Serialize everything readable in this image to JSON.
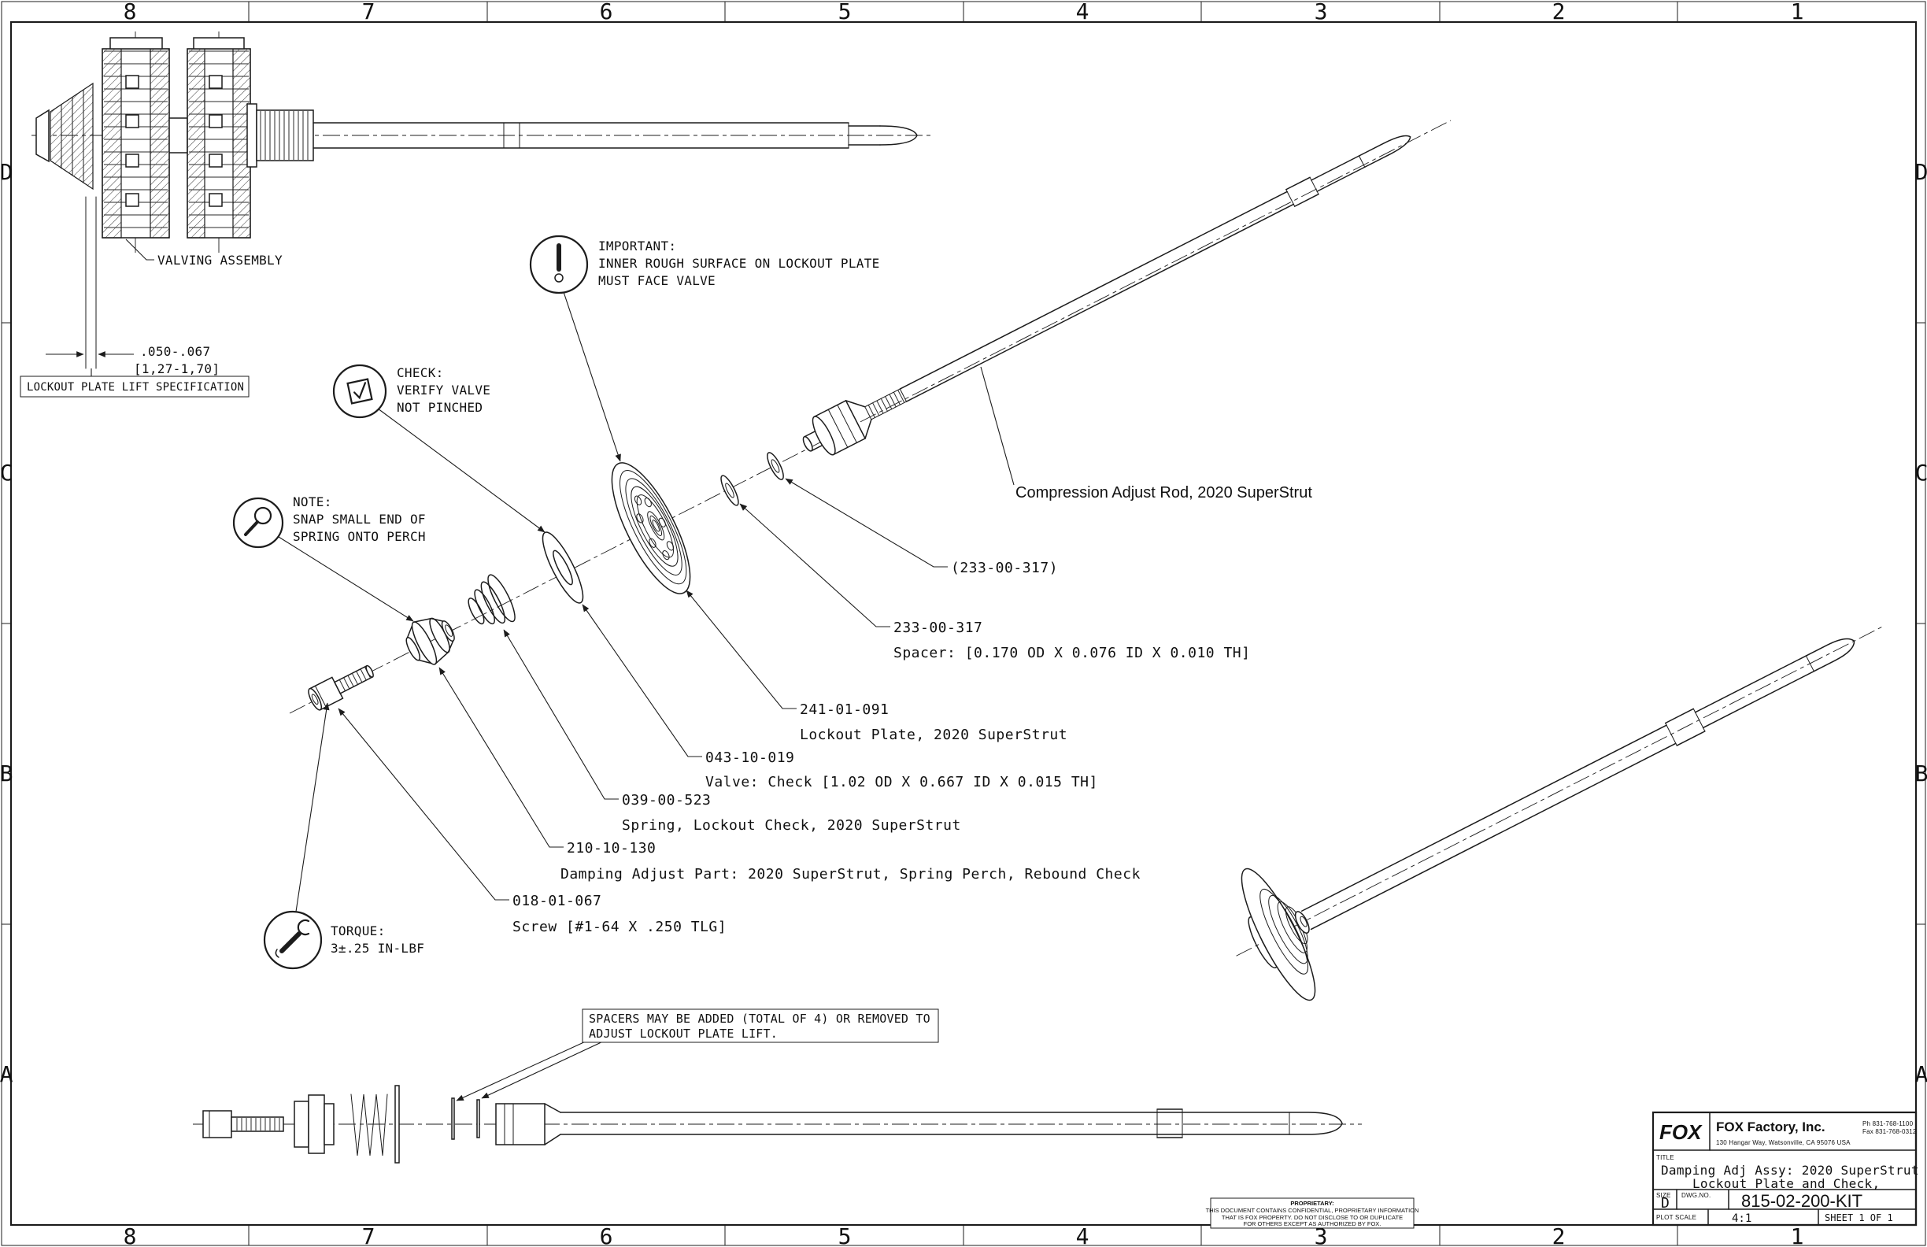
{
  "zones": {
    "columns": [
      "8",
      "7",
      "6",
      "5",
      "4",
      "3",
      "2",
      "1"
    ],
    "rows": [
      "D",
      "C",
      "B",
      "A"
    ]
  },
  "detail": {
    "valving_assembly": "VALVING ASSEMBLY",
    "lift_dim_in": ".050-.067",
    "lift_dim_mm": "[1,27-1,70]",
    "lift_spec": "LOCKOUT PLATE LIFT SPECIFICATION"
  },
  "callouts": {
    "important": {
      "title": "IMPORTANT:",
      "line1": "INNER ROUGH SURFACE ON LOCKOUT PLATE",
      "line2": "MUST FACE VALVE"
    },
    "check": {
      "title": "CHECK:",
      "line1": "VERIFY VALVE",
      "line2": "NOT PINCHED"
    },
    "note": {
      "title": "NOTE:",
      "line1": "SNAP SMALL END OF",
      "line2": "SPRING ONTO PERCH"
    },
    "torque": {
      "title": "TORQUE:",
      "line1": "3±.25 IN-LBF"
    }
  },
  "parts": [
    {
      "id": "compression-rod",
      "label": "Compression Adjust Rod, 2020 SuperStrut"
    },
    {
      "id": "spacer-ref",
      "number": "(233-00-317)"
    },
    {
      "id": "spacer",
      "number": "233-00-317",
      "desc": "Spacer: [0.170 OD X 0.076 ID X 0.010 TH]"
    },
    {
      "id": "lockout-plate",
      "number": "241-01-091",
      "desc": "Lockout Plate, 2020 SuperStrut"
    },
    {
      "id": "check-valve",
      "number": "043-10-019",
      "desc": "Valve: Check [1.02 OD X 0.667 ID X 0.015 TH]"
    },
    {
      "id": "spring",
      "number": "039-00-523",
      "desc": "Spring, Lockout Check, 2020 SuperStrut"
    },
    {
      "id": "spring-perch",
      "number": "210-10-130",
      "desc": "Damping Adjust Part: 2020 SuperStrut, Spring Perch, Rebound Check"
    },
    {
      "id": "screw",
      "number": "018-01-067",
      "desc": "Screw [#1-64 X .250 TLG]"
    }
  ],
  "notes": {
    "spacers_line1": "SPACERS MAY BE ADDED (TOTAL OF 4) OR REMOVED TO",
    "spacers_line2": "ADJUST LOCKOUT PLATE LIFT."
  },
  "title_block": {
    "logo": "FOX",
    "company": "FOX Factory, Inc.",
    "address": "130 Hangar Way, Watsonville, CA 95076 USA",
    "phone1": "Ph 831-768-1100",
    "phone2": "Fax 831-768-0312",
    "title_label": "TITLE",
    "title1": "Damping Adj Assy: 2020 SuperStrut",
    "title2": "Lockout Plate and Check,",
    "size_label": "SIZE",
    "size": "D",
    "dwg_label": "DWG.NO.",
    "dwg_no": "815-02-200-KIT",
    "scale_label": "PLOT SCALE",
    "scale": "4:1",
    "sheet": "SHEET 1 OF 1"
  },
  "proprietary": {
    "line1": "PROPRIETARY:",
    "line2": "THIS DOCUMENT CONTAINS CONFIDENTIAL, PROPRIETARY INFORMATION",
    "line3": "THAT IS FOX PROPERTY.  DO NOT DISCLOSE TO OR DUPLICATE",
    "line4": "FOR OTHERS EXCEPT AS AUTHORIZED BY FOX."
  }
}
